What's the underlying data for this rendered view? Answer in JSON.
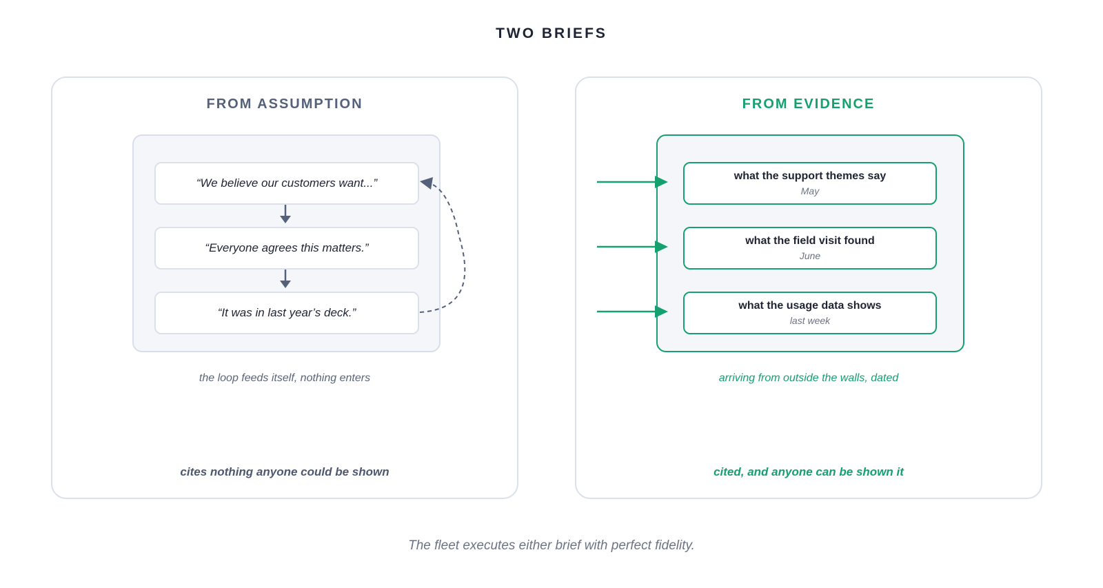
{
  "title": "TWO BRIEFS",
  "left_panel": {
    "heading": "FROM ASSUMPTION",
    "cards": [
      "“We believe our customers want...”",
      "“Everyone agrees this matters.”",
      "“It was in last year’s deck.”"
    ],
    "caption": "the loop feeds itself, nothing enters",
    "bottom": "cites nothing anyone could be shown"
  },
  "right_panel": {
    "heading": "FROM EVIDENCE",
    "cards": [
      {
        "title": "what the support themes say",
        "date": "May"
      },
      {
        "title": "what the field visit found",
        "date": "June"
      },
      {
        "title": "what the usage data shows",
        "date": "last week"
      }
    ],
    "caption": "arriving from outside the walls, dated",
    "bottom": "cited, and anyone can be shown it"
  },
  "footer": "The fleet executes either brief with perfect fidelity.",
  "colors": {
    "accent_green": "#16a06f",
    "slate": "#55607a",
    "border_gray": "#dbe1ea"
  }
}
